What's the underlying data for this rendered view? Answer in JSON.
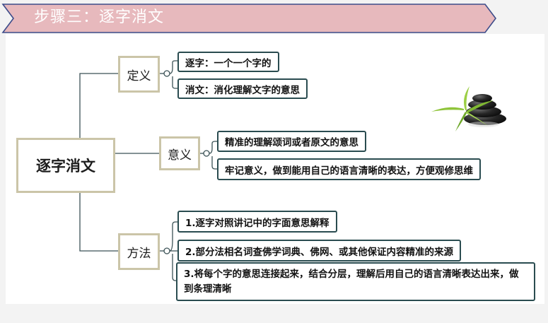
{
  "header": {
    "title": "步骤三：逐字消文"
  },
  "mindmap": {
    "root": "逐字消文",
    "branches": [
      {
        "label": "定义",
        "items": [
          "逐字：一个一个字的",
          "消文：消化理解文字的意思"
        ]
      },
      {
        "label": "意义",
        "items": [
          "精准的理解颂词或者原文的意思",
          "牢记意义，做到能用自己的语言清晰的表达，方便观修思维"
        ]
      },
      {
        "label": "方法",
        "items": [
          "1.逐字对照讲记中的字面意思解释",
          "2.部分法相名词查佛学词典、佛网、或其他保证内容精准的来源",
          "3.将每个字的意思连接起来，结合分层，理解后用自己的语言清晰表达出来，做到条理清晰"
        ]
      }
    ]
  },
  "colors": {
    "banner_fill": "#e7b9bd",
    "banner_border": "#3d4c8a",
    "node_border": "#cbc5a8",
    "leaf_border": "#2a4c50",
    "connector": "#3b5256"
  }
}
